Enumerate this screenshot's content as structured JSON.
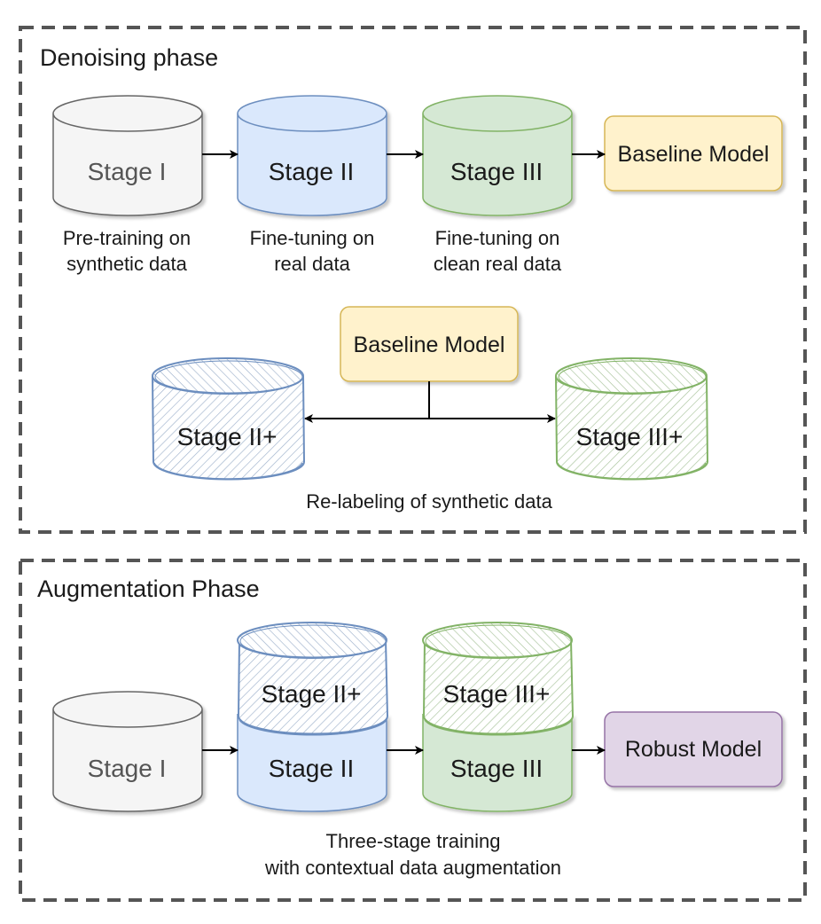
{
  "denoising_phase": {
    "title": "Denoising phase",
    "stage1": {
      "label": "Stage I",
      "caption_line1": "Pre-training on",
      "caption_line2": "synthetic data"
    },
    "stage2": {
      "label": "Stage II",
      "caption_line1": "Fine-tuning on",
      "caption_line2": "real data"
    },
    "stage3": {
      "label": "Stage III",
      "caption_line1": "Fine-tuning on",
      "caption_line2": "clean real data"
    },
    "output_model": "Baseline Model",
    "relabel_model": "Baseline Model",
    "stage2_plus": "Stage II+",
    "stage3_plus": "Stage III+",
    "relabel_caption": "Re-labeling of synthetic data"
  },
  "augmentation_phase": {
    "title": "Augmentation Phase",
    "stage1": "Stage I",
    "stage2_plus": "Stage II+",
    "stage2": "Stage II",
    "stage3_plus": "Stage III+",
    "stage3": "Stage III",
    "output_model": "Robust Model",
    "caption_line1": "Three-stage training",
    "caption_line2": "with contextual data augmentation"
  },
  "colors": {
    "gray_fill": "#f5f5f5",
    "gray_stroke": "#666666",
    "blue_fill": "#dae8fc",
    "blue_stroke": "#6c8ebf",
    "green_fill": "#d5e8d4",
    "green_stroke": "#82b366",
    "yellow_fill": "#fff2cc",
    "yellow_stroke": "#d6b656",
    "purple_fill": "#e1d5e7",
    "purple_stroke": "#9673a6",
    "phase_border": "#555555"
  }
}
